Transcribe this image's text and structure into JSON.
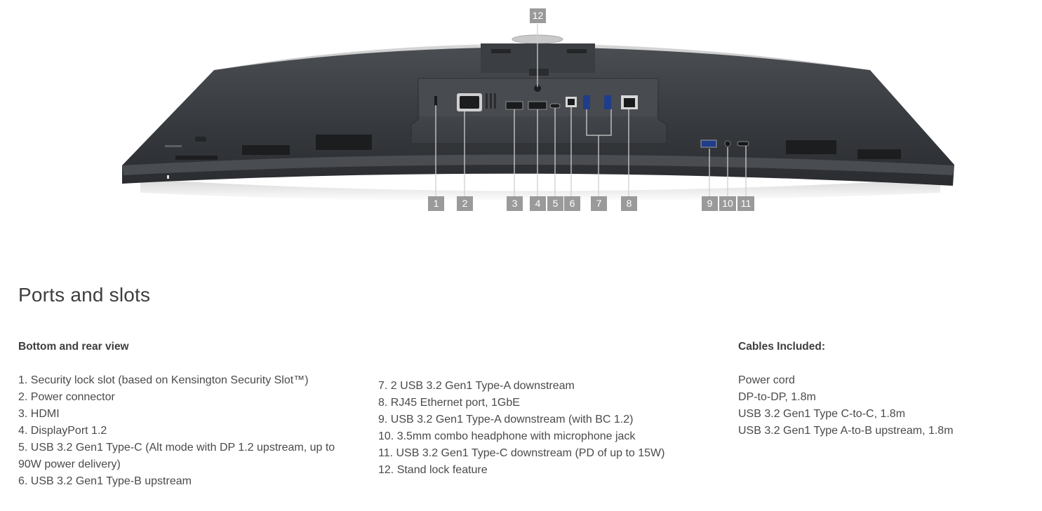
{
  "figure": {
    "callouts": [
      "1",
      "2",
      "3",
      "4",
      "5",
      "6",
      "7",
      "8",
      "9",
      "10",
      "11",
      "12"
    ]
  },
  "section": {
    "title": "Ports and slots"
  },
  "bottom_rear": {
    "heading": "Bottom and rear view",
    "items_col1": [
      "1. Security lock slot (based on Kensington Security Slot™)",
      "2. Power connector",
      "3. HDMI",
      "4. DisplayPort 1.2",
      "5. USB 3.2 Gen1 Type-C (Alt mode with DP 1.2 upstream, up to 90W power delivery)",
      "6. USB 3.2 Gen1 Type-B upstream"
    ],
    "items_col2": [
      "7. 2 USB 3.2 Gen1 Type-A downstream",
      "8. RJ45 Ethernet port, 1GbE",
      "9. USB 3.2 Gen1 Type-A downstream (with BC 1.2)",
      "10. 3.5mm combo headphone with microphone jack",
      "11. USB 3.2 Gen1 Type-C downstream (PD of up to 15W)",
      "12. Stand lock feature"
    ]
  },
  "cables": {
    "heading": "Cables Included:",
    "items": [
      "Power cord",
      "DP-to-DP, 1.8m",
      "USB 3.2 Gen1 Type C-to-C, 1.8m",
      "USB 3.2 Gen1 Type A-to-B upstream, 1.8m"
    ]
  }
}
